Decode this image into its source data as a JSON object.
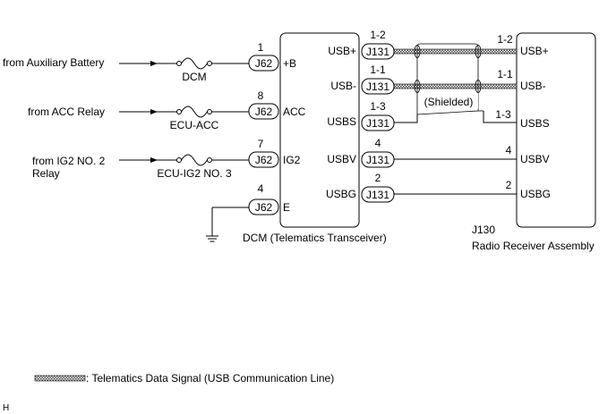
{
  "sources": {
    "aux_battery": "from Auxiliary Battery",
    "acc_relay": "from ACC Relay",
    "ig2_line1": "from IG2 NO. 2",
    "ig2_line2": "Relay"
  },
  "fuses": {
    "dcm": "DCM",
    "ecu_acc": "ECU-ACC",
    "ecu_ig2": "ECU-IG2 NO. 3"
  },
  "dcm": {
    "connector": "J62",
    "title": "DCM (Telematics Transceiver)",
    "left_pins": [
      {
        "num": "1",
        "conn": "J62",
        "label": "+B"
      },
      {
        "num": "8",
        "conn": "J62",
        "label": "ACC"
      },
      {
        "num": "7",
        "conn": "J62",
        "label": "IG2"
      },
      {
        "num": "4",
        "conn": "J62",
        "label": "E"
      }
    ],
    "right_pins": [
      {
        "num": "1-2",
        "conn": "J131",
        "label": "USB+"
      },
      {
        "num": "1-1",
        "conn": "J131",
        "label": "USB-"
      },
      {
        "num": "1-3",
        "conn": "J131",
        "label": "USBS"
      },
      {
        "num": "4",
        "conn": "J131",
        "label": "USBV"
      },
      {
        "num": "2",
        "conn": "J131",
        "label": "USBG"
      }
    ]
  },
  "shielded_label": "(Shielded)",
  "radio": {
    "connector": "J130",
    "title": "Radio Receiver Assembly",
    "pins": [
      {
        "num": "1-2",
        "label": "USB+"
      },
      {
        "num": "1-1",
        "label": "USB-"
      },
      {
        "num": "1-3",
        "label": "USBS"
      },
      {
        "num": "4",
        "label": "USBV"
      },
      {
        "num": "2",
        "label": "USBG"
      }
    ]
  },
  "legend": ": Telematics Data Signal (USB Communication Line)",
  "corner_mark": "H"
}
